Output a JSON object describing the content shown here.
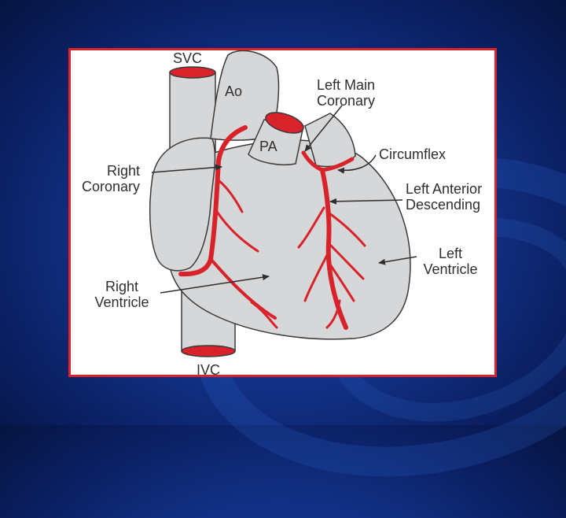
{
  "diagram": {
    "colors": {
      "frame_border": "#d8232a",
      "tissue_fill": "#d6d7d9",
      "tissue_stroke": "#3a3a3a",
      "artery": "#d8232a",
      "label_text": "#2e2e2e"
    },
    "labels": {
      "svc": "SVC",
      "ao": "Ao",
      "pa": "PA",
      "ivc": "IVC",
      "left_main_coronary": [
        "Left Main",
        "Coronary"
      ],
      "circumflex": "Circumflex",
      "right_coronary": [
        "Right",
        "Coronary"
      ],
      "left_anterior_descending": [
        "Left Anterior",
        "Descending"
      ],
      "left_ventricle": [
        "Left",
        "Ventricle"
      ],
      "right_ventricle": [
        "Right",
        "Ventricle"
      ]
    }
  }
}
